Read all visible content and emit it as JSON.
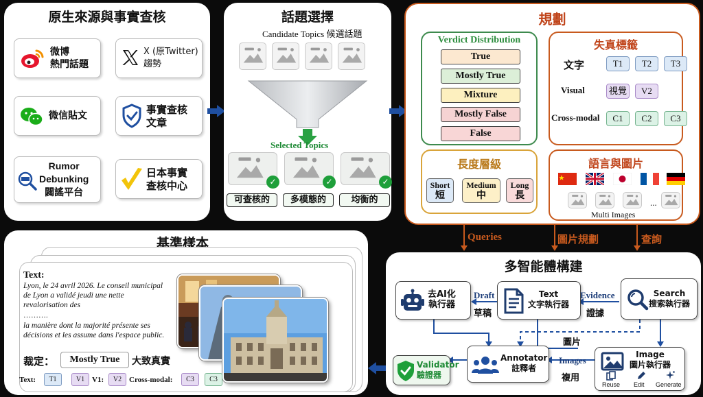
{
  "panel1": {
    "title": "原生來源與事實查核",
    "sources": [
      {
        "label": "微博\n熱門話題",
        "icon": "weibo-icon"
      },
      {
        "label": "X (原Twitter)\n趨勢",
        "icon": "x-logo-icon"
      },
      {
        "label": "微信貼文",
        "icon": "wechat-icon"
      },
      {
        "label": "事實查核\n文章",
        "icon": "shield-check-icon"
      },
      {
        "label": "Rumor\nDebunking\n闢謠平台",
        "icon": "magnifier-rumor-icon"
      },
      {
        "label": "日本事實\n查核中心",
        "icon": "yellow-check-icon"
      }
    ]
  },
  "panel2": {
    "title": "話題選擇",
    "candidate_label": "Candidate Topics 候選話題",
    "selected_label": "Selected Topics",
    "selected": [
      "可查核的",
      "多模態的",
      "均衡的"
    ]
  },
  "panel3": {
    "title": "規劃",
    "verdict": {
      "title": "Verdict Distribution",
      "items": [
        {
          "label": "True",
          "color": "#fce8d0"
        },
        {
          "label": "Mostly True",
          "color": "#dcefd8"
        },
        {
          "label": "Mixture",
          "color": "#fdf0bf"
        },
        {
          "label": "Mostly False",
          "color": "#f6d3d3"
        },
        {
          "label": "False",
          "color": "#f8d6d6"
        }
      ]
    },
    "distortion": {
      "title": "失真標籤",
      "rows": [
        {
          "label": "文字",
          "tags": [
            "T1",
            "T2",
            "T3"
          ],
          "style": "blue"
        },
        {
          "label": "Visual",
          "tags": [
            "視覺",
            "V2"
          ],
          "style": "purple"
        },
        {
          "label": "Cross-modal",
          "tags": [
            "C1",
            "C2",
            "C3"
          ],
          "style": "green"
        }
      ]
    },
    "length": {
      "title": "長度層級",
      "items": [
        {
          "en": "Short",
          "zh": "短",
          "color": "#dce9f7"
        },
        {
          "en": "Medium",
          "zh": "中",
          "color": "#fdf0c8"
        },
        {
          "en": "Long",
          "zh": "長",
          "color": "#f9dada"
        }
      ]
    },
    "language": {
      "title": "語言與圖片",
      "flags": [
        "china-flag-icon",
        "uk-flag-icon",
        "japan-flag-icon",
        "france-flag-icon",
        "germany-flag-icon"
      ],
      "ellipsis": "...",
      "multi_images": "Multi Images"
    }
  },
  "flow_labels": {
    "queries": "Queries",
    "image_plan": "圖片規劃",
    "lookup": "查詢"
  },
  "panel4": {
    "title": "多智能體構建",
    "agents": {
      "deai": "去AI化\n執行器",
      "text": "Text\n文字執行器",
      "search": "Search\n搜索執行器",
      "validator": "Validator\n驗證器",
      "annotator": "Annotator\n註釋者",
      "image": "Image\n圖片執行器"
    },
    "edges": {
      "draft_en": "Draft",
      "draft_zh": "草稿",
      "evidence_en": "Evidence",
      "evidence_zh": "證據",
      "picture": "圖片",
      "images_en": "Images",
      "images_zh": "複用"
    },
    "image_tools": [
      "Reuse",
      "Edit",
      "Generate"
    ]
  },
  "panel5": {
    "title": "基準樣本",
    "text_label": "Text:",
    "text_body_1": "Lyon, le 24 avril 2026. Le conseil municipal de Lyon a validé jeudi une nette revalorisation des",
    "text_dots": "……….",
    "text_body_2": "la manière dont la majorité présente ses décisions et les assume dans l'espace public.",
    "verdict_label": "裁定：",
    "verdict_value": "Mostly True",
    "verdict_zh": "大致真實",
    "footer": {
      "text_label": "Text:",
      "t1": "T1",
      "v1": "V1",
      "v1_label": "V1:",
      "v2": "V2",
      "cross_label": "Cross-modal:",
      "c3a": "C3",
      "c3b": "C3"
    }
  }
}
